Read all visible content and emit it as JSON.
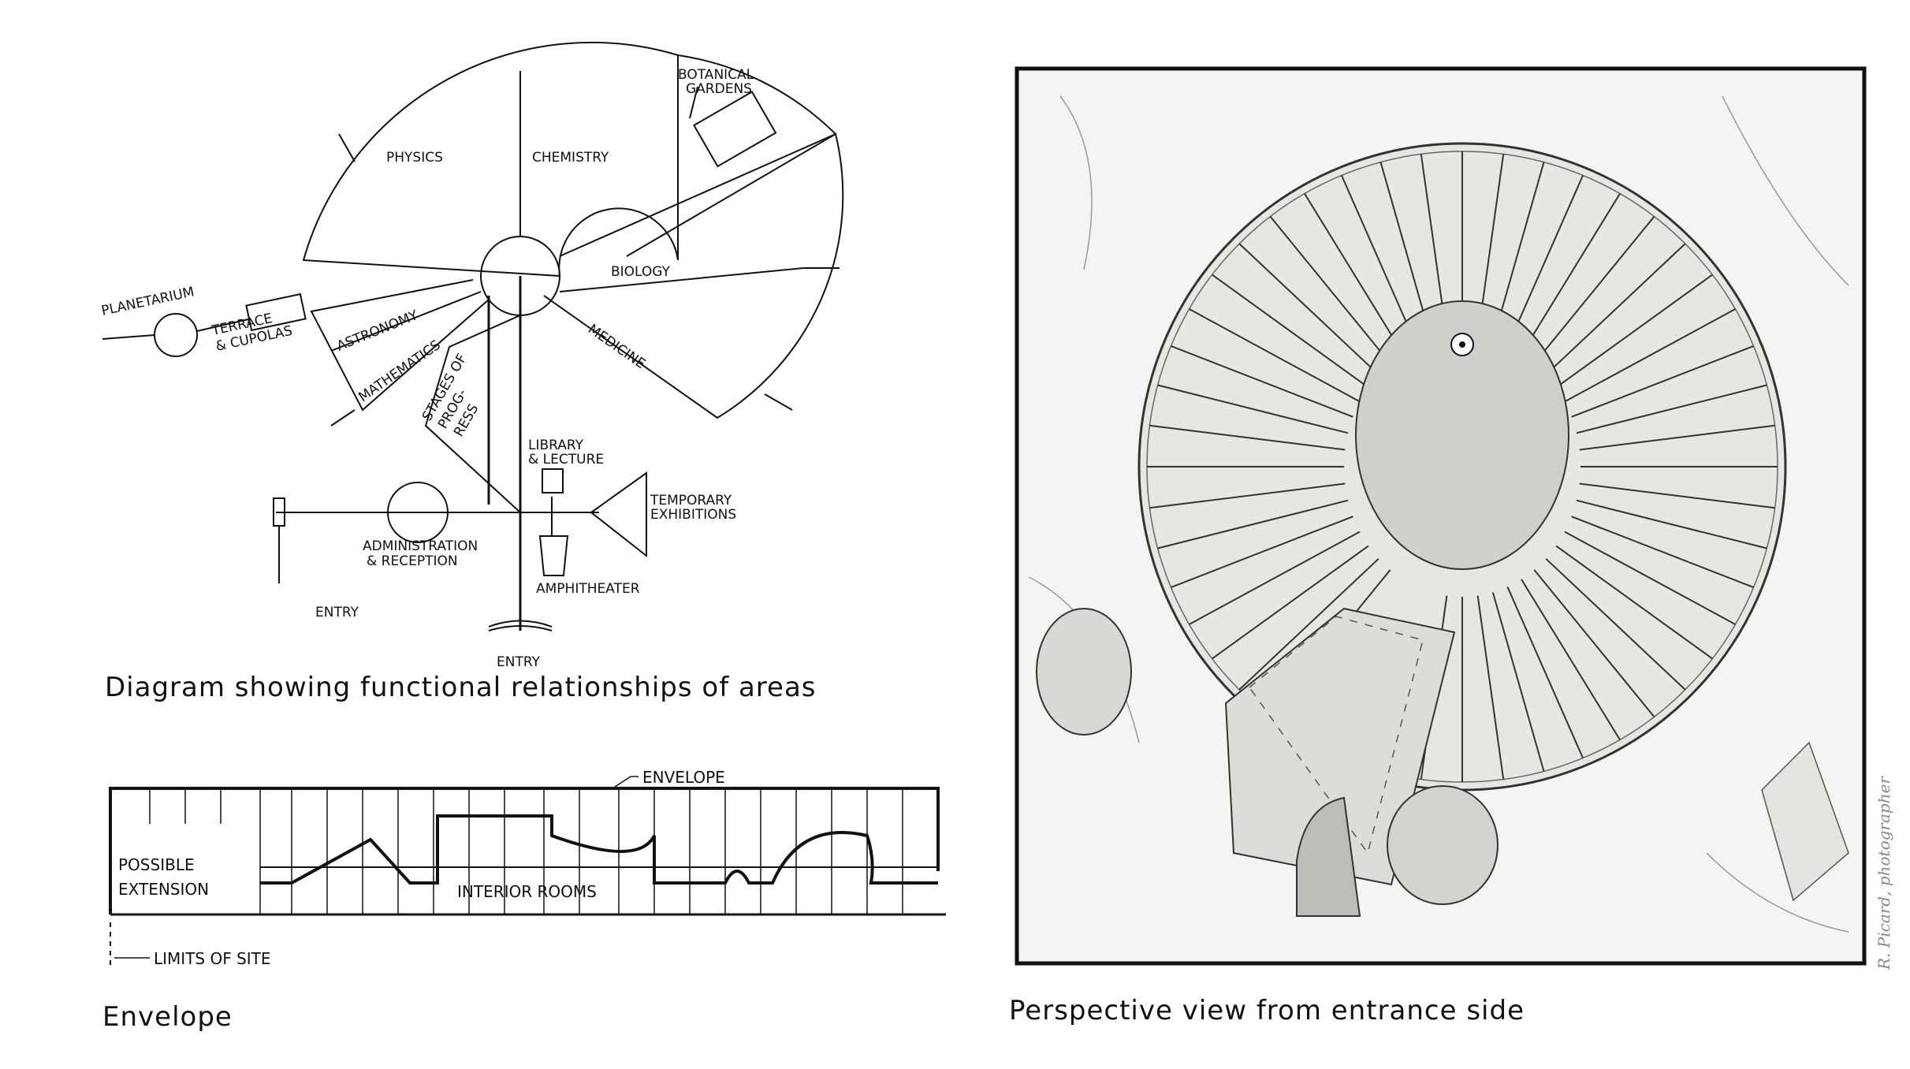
{
  "diagram": {
    "labels": {
      "physics": "PHYSICS",
      "chemistry": "CHEMISTRY",
      "botanical_1": "BOTANICAL",
      "botanical_2": "GARDENS",
      "biology": "BIOLOGY",
      "medicine": "MEDICINE",
      "planetarium": "PLANETARIUM",
      "terrace_1": "TERRACE",
      "terrace_2": "& CUPOLAS",
      "astronomy": "ASTRONOMY",
      "mathematics": "MATHEMATICS",
      "stages_1": "STAGES OF",
      "stages_2": "PROG-",
      "stages_3": "RESS",
      "library_1": "LIBRARY",
      "library_2": "& LECTURE",
      "temporary_1": "TEMPORARY",
      "temporary_2": "EXHIBITIONS",
      "admin_1": "ADMINISTRATION",
      "admin_2": "& RECEPTION",
      "amphitheater": "AMPHITHEATER",
      "entry_left": "ENTRY",
      "entry_bottom": "ENTRY"
    },
    "caption": "Diagram showing functional relationships of areas"
  },
  "envelope": {
    "labels": {
      "envelope": "ENVELOPE",
      "possible_1": "POSSIBLE",
      "possible_2": "EXTENSION",
      "interior": "INTERIOR ROOMS",
      "limits": "LIMITS OF SITE"
    },
    "caption": "Envelope"
  },
  "perspective": {
    "caption": "Perspective view from entrance side",
    "credit": "R. Picard, photographer"
  }
}
